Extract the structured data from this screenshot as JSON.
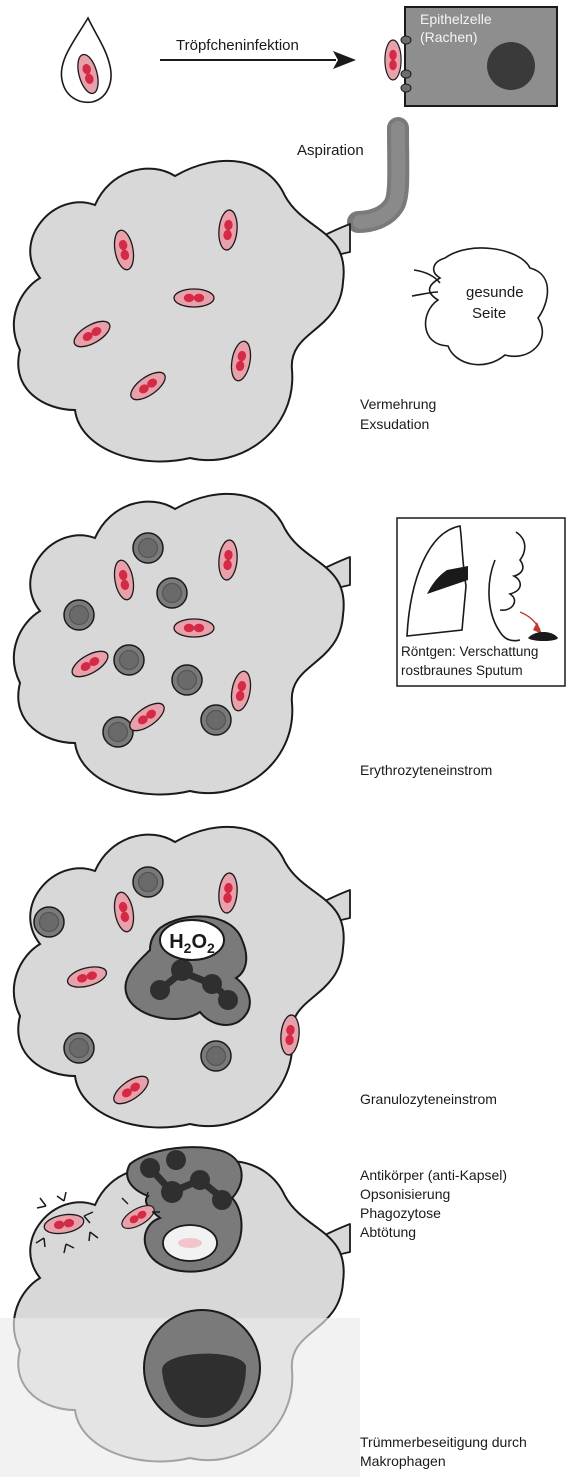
{
  "labels": {
    "infection": "Tröpfcheninfektion",
    "epithel_line1": "Epithelzelle",
    "epithel_line2": "(Rachen)",
    "aspiration": "Aspiration",
    "healthy_line1": "gesunde",
    "healthy_line2": "Seite",
    "stage1_line1": "Vermehrung",
    "stage1_line2": "Exsudation",
    "xray_line1": "Röntgen: Verschattung",
    "xray_line2": "rostbraunes Sputum",
    "stage2": "Erythrozyteneinstrom",
    "h2o2_h": "H",
    "h2o2_2a": "2",
    "h2o2_o": "O",
    "h2o2_2b": "2",
    "stage3": "Granulozyteneinstrom",
    "stage4_line1": "Antikörper (anti-Kapsel)",
    "stage4_line2": "Opsonisierung",
    "stage4_line3": "Phagozytose",
    "stage4_line4": "Abtötung",
    "stage5_line1": "Trümmerbeseitigung durch",
    "stage5_line2": "Makrophagen"
  },
  "colors": {
    "alveolus_fill": "#d8d8d8",
    "bacterium_capsule": "#e8a0aa",
    "bacterium_core": "#d42a45",
    "granulocyte": "#7a7a7a",
    "phagocyte": "#2f2f2f",
    "epithelium": "#8e8e8e",
    "stroke": "#1a1a1a"
  }
}
